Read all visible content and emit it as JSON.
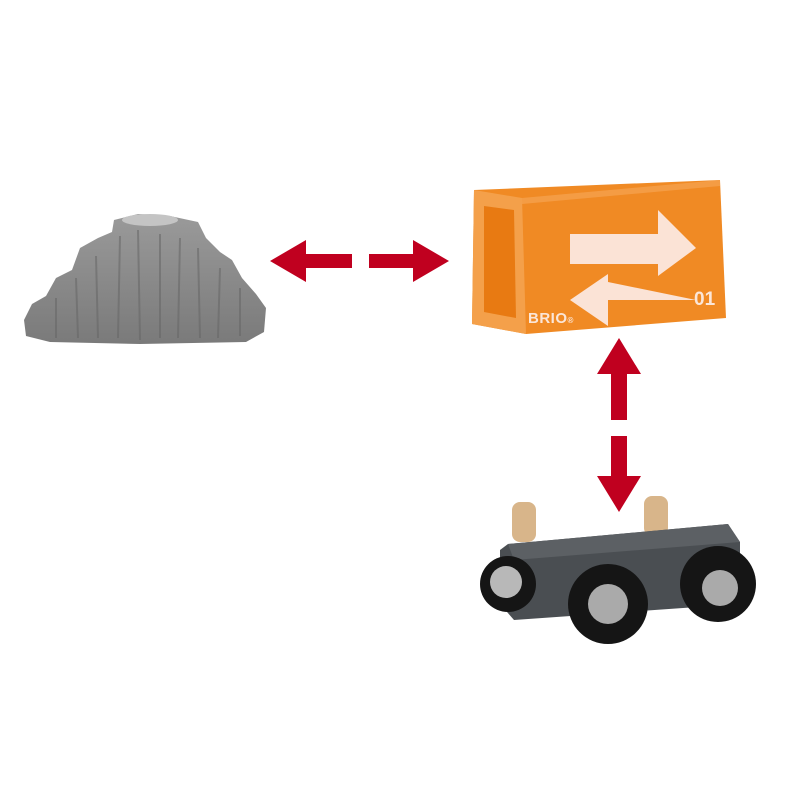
{
  "scene": {
    "description": "BRIO toy train cargo loading illustration",
    "background": "#ffffff",
    "arrow_color": "#c0001f"
  },
  "rock": {
    "label": "grey rock cargo",
    "color": "#8a8a8a"
  },
  "container": {
    "brand": "BRIO",
    "registered": "®",
    "number": "01",
    "color": "#f08a24",
    "symbol_color": "#fbe3d6"
  },
  "wagon": {
    "label": "grey wagon",
    "body_color": "#4a4e52",
    "wheel_color": "#151515",
    "peg_color": "#d8b58a"
  },
  "arrows": [
    {
      "name": "left",
      "direction": "left"
    },
    {
      "name": "right",
      "direction": "right"
    },
    {
      "name": "up",
      "direction": "up"
    },
    {
      "name": "down",
      "direction": "down"
    }
  ]
}
